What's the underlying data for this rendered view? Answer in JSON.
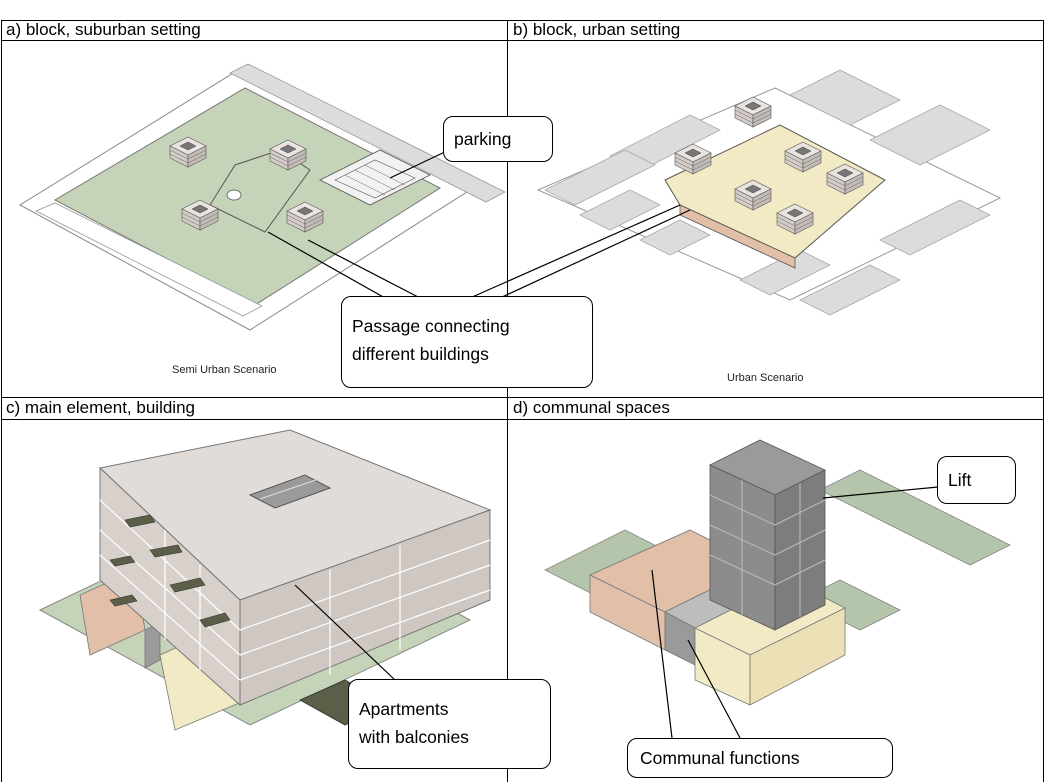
{
  "figure": {
    "panels": [
      {
        "header": "a) block, suburban setting",
        "caption": "Semi Urban Scenario"
      },
      {
        "header": "b) block, urban setting",
        "caption": "Urban Scenario"
      },
      {
        "header": "c) main element, building",
        "caption": ""
      },
      {
        "header": "d) communal spaces",
        "caption": ""
      }
    ],
    "callouts": {
      "parking": "parking",
      "passage_line1": "Passage connecting",
      "passage_line2": "different buildings",
      "apartments_line1": "Apartments",
      "apartments_line2": "with balconies",
      "lift": "Lift",
      "communal": "Communal functions"
    },
    "colors": {
      "green": "#c5d3b9",
      "grass": "#b5c5ab",
      "pink": "#e2bfa9",
      "yellow": "#f2eac4",
      "building_light": "#e2dcd8",
      "building_grey": "#9a9a9a",
      "lift_grey": "#8c8c8c",
      "road": "#dcdcdc",
      "dark_green": "#5b5f48"
    }
  }
}
